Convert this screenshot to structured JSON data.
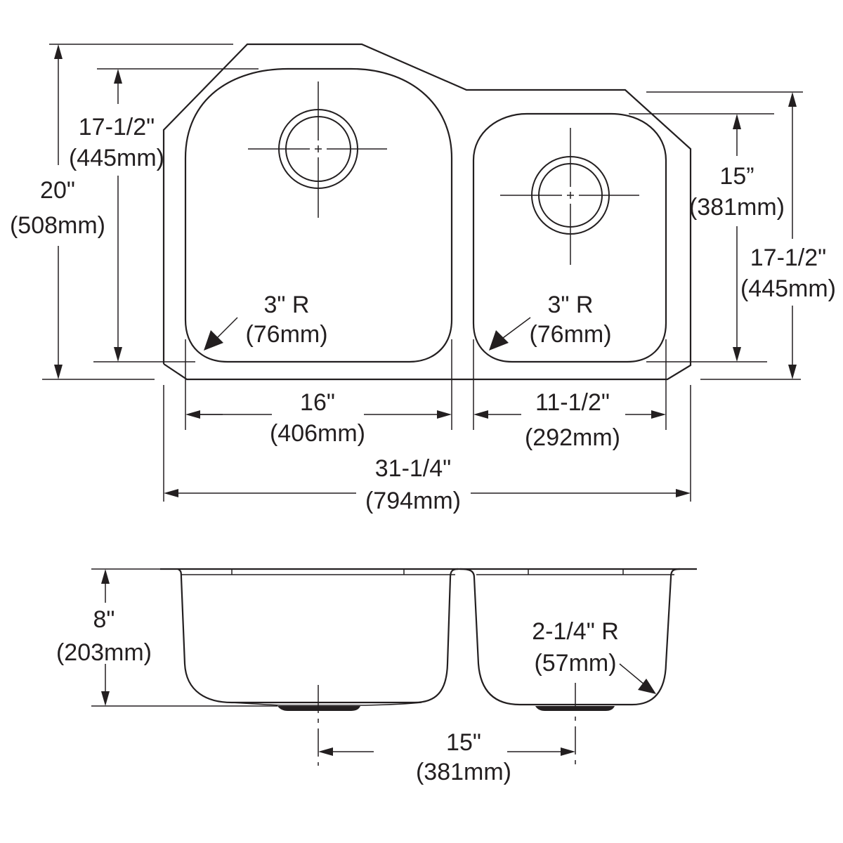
{
  "diagram": {
    "type": "double-bowl undermount sink dimension drawing",
    "colors": {
      "line": "#231f20",
      "background": "#ffffff"
    },
    "top_view": {
      "overall_depth": {
        "in": "20\"",
        "mm": "(508mm)"
      },
      "left_bowl_depth": {
        "in": "17-1/2\"",
        "mm": "(445mm)"
      },
      "right_bowl_depth": {
        "in": "15”",
        "mm": "(381mm)"
      },
      "right_outer_depth": {
        "in": "17-1/2\"",
        "mm": "(445mm)"
      },
      "left_corner_radius": {
        "in": "3\" R",
        "mm": "(76mm)"
      },
      "right_corner_radius": {
        "in": "3\" R",
        "mm": "(76mm)"
      },
      "left_bowl_width": {
        "in": "16\"",
        "mm": "(406mm)"
      },
      "right_bowl_width": {
        "in": "11-1/2\"",
        "mm": "(292mm)"
      },
      "overall_width": {
        "in": "31-1/4\"",
        "mm": "(794mm)"
      }
    },
    "side_view": {
      "bowl_depth": {
        "in": "8\"",
        "mm": "(203mm)"
      },
      "bottom_radius": {
        "in": "2-1/4\" R",
        "mm": "(57mm)"
      },
      "drain_spacing": {
        "in": "15\"",
        "mm": "(381mm)"
      }
    }
  }
}
